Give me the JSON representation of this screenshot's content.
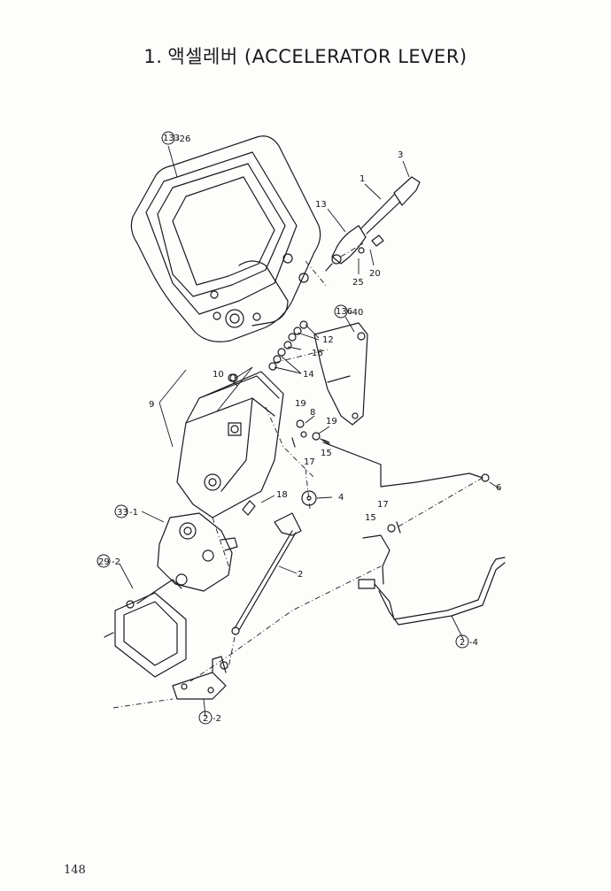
{
  "header": {
    "number": "1.",
    "title": "액셀레버 (ACCELERATOR LEVER)"
  },
  "callouts": {
    "c133": "133",
    "c133_ref": "-26",
    "c136": "136",
    "c136_ref": "-40",
    "c33": "33",
    "c33_ref": "-1",
    "c29": "29",
    "c29_ref": "-2",
    "c2a": "2",
    "c2a_ref": "-2",
    "c2b": "2",
    "c2b_ref": "-4"
  },
  "labels": {
    "p3": "3",
    "p1": "1",
    "p13": "13",
    "p20": "20",
    "p25": "25",
    "p12": "12",
    "p16": "16",
    "p14": "14",
    "p10": "10",
    "p9": "9",
    "p19a": "19",
    "p8": "8",
    "p19b": "19",
    "p17a": "17",
    "p15a": "15",
    "p18": "18",
    "p4": "4",
    "p6": "6",
    "p17b": "17",
    "p15b": "15",
    "p2": "2"
  },
  "footer": {
    "page_number": "148"
  }
}
